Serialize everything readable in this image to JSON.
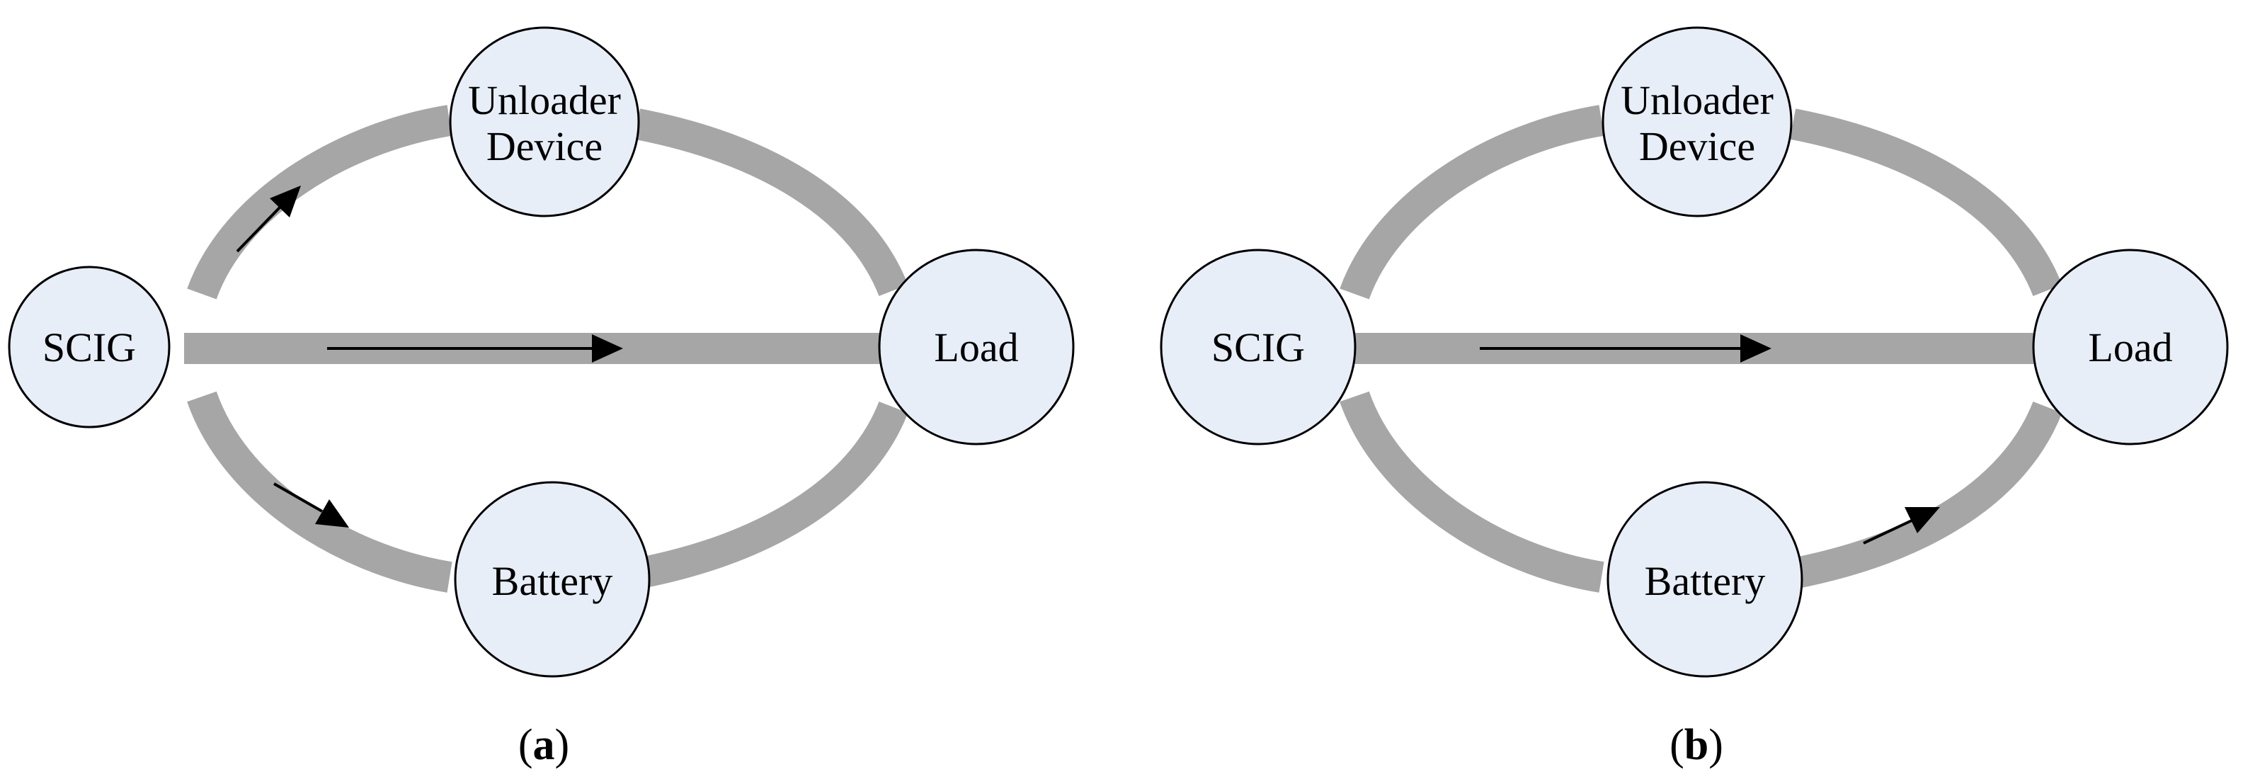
{
  "panels": [
    {
      "nodes": {
        "source": "SCIG",
        "unloader": [
          "Unloader",
          "Device"
        ],
        "load": "Load",
        "battery": "Battery"
      },
      "caption": {
        "open": "(",
        "letter": "a",
        "close": ")"
      }
    },
    {
      "nodes": {
        "source": "SCIG",
        "unloader": [
          "Unloader",
          "Device"
        ],
        "load": "Load",
        "battery": "Battery"
      },
      "caption": {
        "open": "(",
        "letter": "b",
        "close": ")"
      }
    }
  ],
  "colors": {
    "path": "#a6a6a6",
    "node_fill": "#e7eef7",
    "node_stroke": "#000000",
    "arrow": "#000000"
  }
}
